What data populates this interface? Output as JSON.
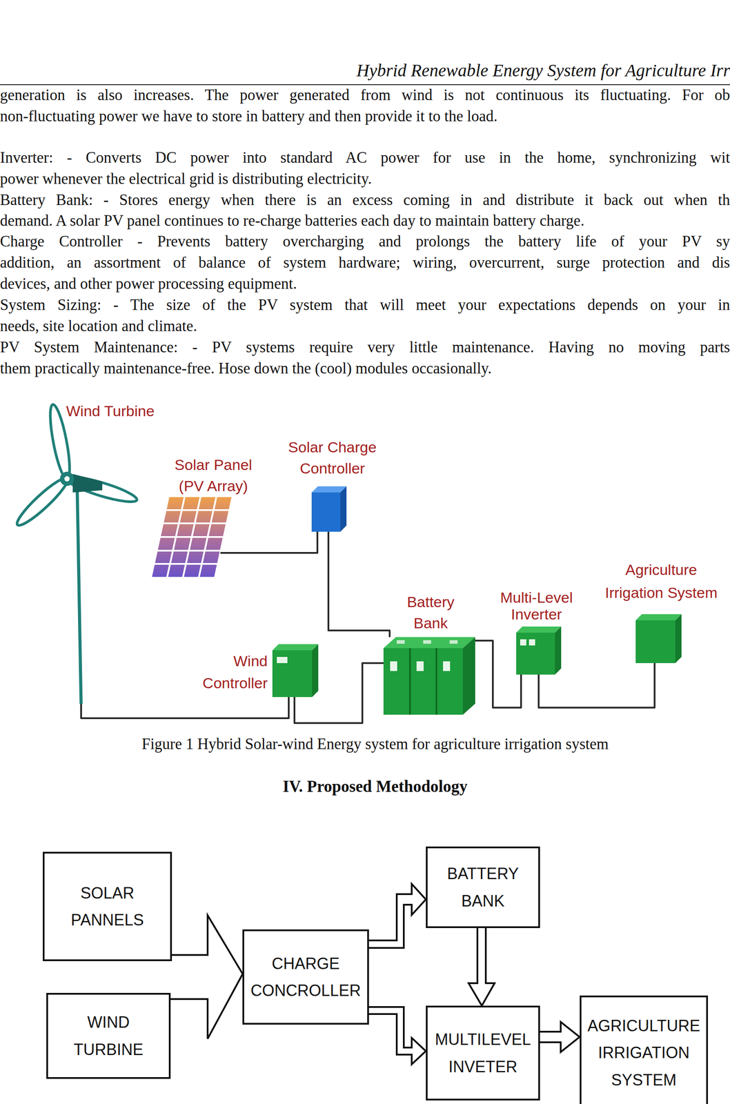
{
  "diagram": {
    "caption": "Figure 1 Hybrid Solar-wind Energy system for agriculture irrigation system",
    "nodes": [
      {
        "text": [
          "Wind Turbine"
        ]
      },
      {
        "text": [
          "Solar Panel (PV Array)"
        ]
      },
      {
        "text": [
          "Solar Charge Controller"
        ]
      },
      {
        "text": [
          "Battery Bank"
        ]
      },
      {
        "text": [
          "Multi-Level Inverter"
        ]
      },
      {
        "text": [
          "Agriculture Irrigation System"
        ]
      },
      {
        "text": [
          "Wind Controller"
        ]
      },
      {
        "text": [
          "SOLAR PANNELS"
        ]
      },
      {
        "text": [
          "WIND TURBINE"
        ]
      },
      {
        "text": [
          "CHARGE CONCROLLER"
        ]
      },
      {
        "text": [
          "BATTERY BANK"
        ]
      },
      {
        "text": [
          "MULTILEVEL INVETER"
        ]
      },
      {
        "text": [
          "AGRICULTURE IRRIGATION SYSTEM"
        ]
      }
    ],
    "edges": [
      {
        "from": 0,
        "to": 6,
        "arrow": "none"
      },
      {
        "from": 6,
        "to": 3,
        "arrow": "none"
      },
      {
        "from": 1,
        "to": 2,
        "arrow": "none"
      },
      {
        "from": 2,
        "to": 3,
        "arrow": "none"
      },
      {
        "from": 3,
        "to": 4,
        "arrow": "none"
      },
      {
        "from": 4,
        "to": 5,
        "arrow": "none"
      },
      {
        "from": 7,
        "to": 9,
        "arrow": "to"
      },
      {
        "from": 8,
        "to": 9,
        "arrow": "to"
      },
      {
        "from": 9,
        "to": 10,
        "arrow": "to"
      },
      {
        "from": 9,
        "to": 11,
        "arrow": "to"
      },
      {
        "from": 10,
        "to": 11,
        "arrow": "to"
      },
      {
        "from": 11,
        "to": 12,
        "arrow": "to"
      }
    ],
    "labels": [
      "Hybrid Renewable Energy System for Agriculture Irr",
      "generation is also increases. The power generated from wind is not continuous its fluctuating. For ob",
      "non-fluctuating power we have to store in battery and then provide it to the load.",
      "Inverter: - Converts DC power into standard AC power for use in the home, synchronizing wit",
      "power whenever the electrical grid is distributing electricity.",
      "Battery Bank: - Stores energy when there is an excess coming in and distribute it back out when th",
      "demand. A solar PV panel continues to re-charge batteries each day to maintain battery charge.",
      "Charge Controller - Prevents battery overcharging and prolongs the battery life of your PV sy",
      "addition, an assortment of balance of system hardware; wiring, overcurrent, surge protection and dis",
      "devices, and other power processing equipment.",
      "System Sizing: - The size of the PV system that will meet your expectations depends on your in",
      "needs, site location and climate.",
      "PV System Maintenance: - PV systems require very little maintenance. Having no moving parts",
      "them practically maintenance-free. Hose down the (cool) modules occasionally.",
      "IV. Proposed Methodology"
    ]
  }
}
